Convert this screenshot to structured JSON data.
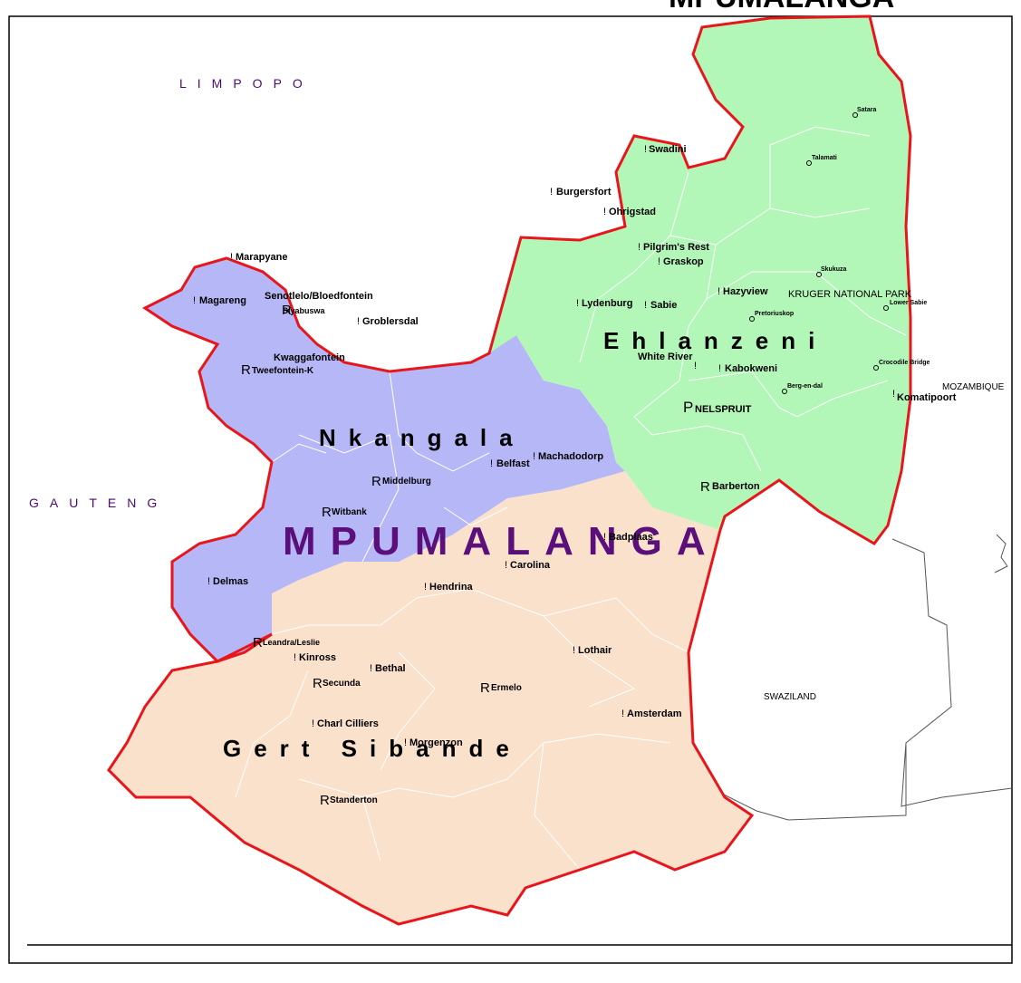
{
  "title": "MPUMALANGA",
  "colors": {
    "ehlanzeni": "#b3f7b8",
    "nkangala": "#b6b7f7",
    "gert_sibande": "#f9e1cc",
    "border": "#e8161b",
    "province_label": "#4b0b74",
    "park_label": "#3f8f1f"
  },
  "neighbors": {
    "limpopo": "LIMPOPO",
    "gauteng": "GAUTENG",
    "mozambique": "MOZAMBIQUE",
    "swaziland": "SWAZILAND"
  },
  "districts": {
    "ehlanzeni": "Ehlanzeni",
    "nkangala": "Nkangala",
    "gert_sibande": "Gert Sibande"
  },
  "park": "KRUGER NATIONAL PARK",
  "capital": "NELSPRUIT",
  "towns": {
    "swadini": "Swadini",
    "burgersfort": "Burgersfort",
    "ohrigstad": "Ohrigstad",
    "pilgrims_rest": "Pilgrim's Rest",
    "graskop": "Graskop",
    "lydenburg": "Lydenburg",
    "sabie": "Sabie",
    "hazyview": "Hazyview",
    "white_river": "White River",
    "kabokweni": "Kabokweni",
    "komatipoort": "Komatipoort",
    "barberton": "Barberton",
    "marapyane": "Marapyane",
    "magareng": "Magareng",
    "senotlelo": "Senotlelo/Bloedfontein",
    "siyabuswa": "Siyabuswa",
    "groblersdal": "Groblersdal",
    "kwaggafontein": "Kwaggafontein",
    "tweefontein": "Tweefontein-K",
    "belfast": "Belfast",
    "machadodorp": "Machadodorp",
    "middelburg": "Middelburg",
    "witbank": "Witbank",
    "delmas": "Delmas",
    "hendrina": "Hendrina",
    "carolina": "Carolina",
    "badplaas": "Badplaas",
    "leandra": "Leandra/Leslie",
    "kinross": "Kinross",
    "bethal": "Bethal",
    "secunda": "Secunda",
    "lothair": "Lothair",
    "ermelo": "Ermelo",
    "amsterdam": "Amsterdam",
    "charl_cilliers": "Charl Cilliers",
    "morgenzon": "Morgenzon",
    "standerton": "Standerton"
  },
  "park_camps": {
    "satara": "Satara",
    "talamati": "Talamati",
    "skukuza": "Skukuza",
    "lower_sabie": "Lower Sabie",
    "pretoriuskop": "Pretoriuskop",
    "crocodile_bridge": "Crocodile Bridge",
    "berg_en_dal": "Berg-en-dal"
  }
}
